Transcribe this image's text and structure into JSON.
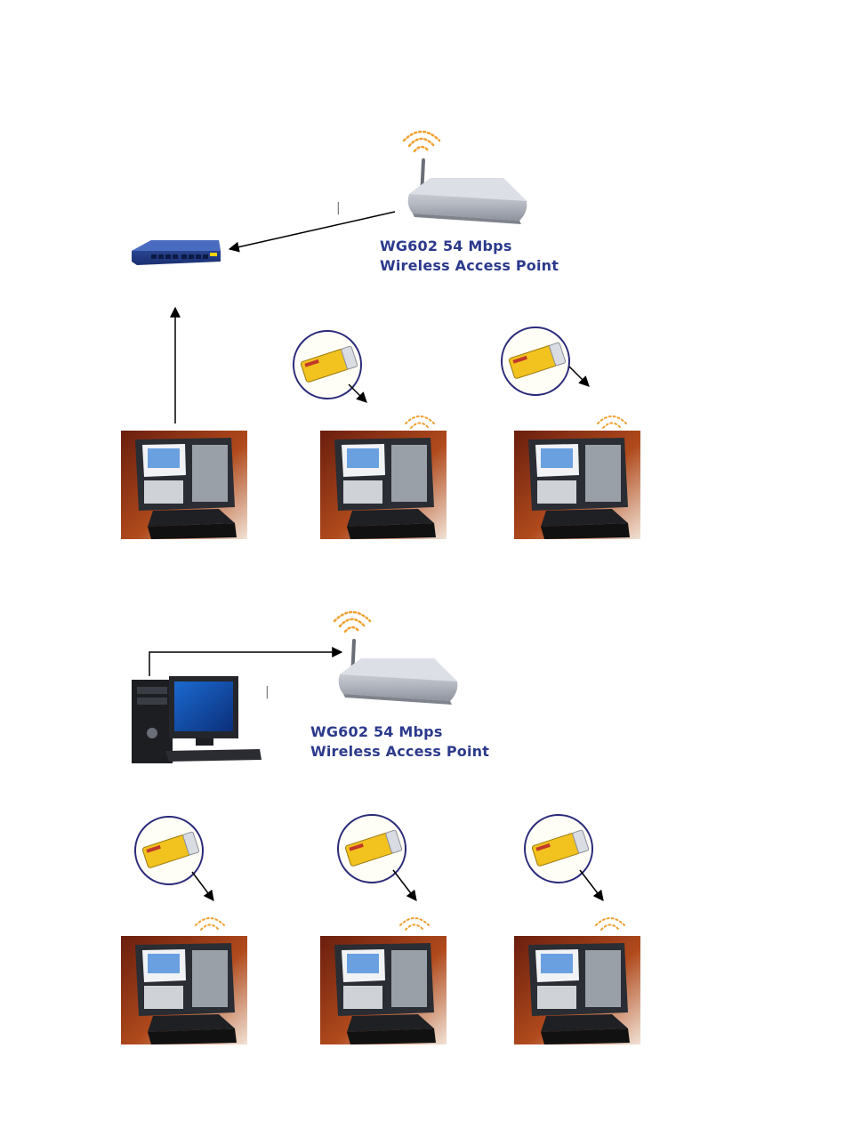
{
  "diagram": {
    "top_section": {
      "access_point": {
        "model_line": "WG602 54 Mbps",
        "type_line": "Wireless Access Point"
      }
    },
    "bottom_section": {
      "access_point": {
        "model_line": "WG602 54 Mbps",
        "type_line": "Wireless Access Point"
      }
    }
  },
  "colors": {
    "caption_text": "#2c3a8c",
    "wifi_waves": "#f0a030",
    "card_circle": "#2a2a7a",
    "pcmcia_card": "#f2c21e",
    "pos_backdrop": "#8a2a14",
    "switch_body": "#1e3a8c",
    "router_body": "#b8bcc4",
    "arrow": "#000000"
  },
  "icons": {
    "wifi": "wifi-waves-icon",
    "switch": "network-switch-icon",
    "router": "wireless-router-icon",
    "pos_terminal": "pos-terminal-icon",
    "pcmcia": "pcmcia-card-icon",
    "desktop": "desktop-computer-icon"
  }
}
